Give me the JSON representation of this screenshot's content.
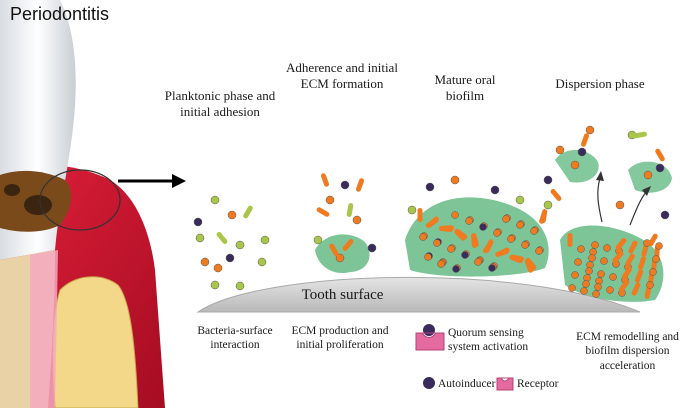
{
  "title": "Periodontitis",
  "phases": {
    "p1": "Planktonic phase and initial adhesion",
    "p2": "Adherence and initial ECM formation",
    "p3": "Mature oral biofilm",
    "p4": "Dispersion phase"
  },
  "surface_label": "Tooth surface",
  "captions": {
    "c1": "Bacteria-surface interaction",
    "c2": "ECM production and initial proliferation",
    "c3": "Quorum sensing system activation",
    "c4": "ECM remodelling and biofilm dispersion acceleration"
  },
  "legend": {
    "autoinducer": "Autoinducer",
    "receptor": "Receptor"
  },
  "colors": {
    "gum": "#c4102c",
    "bone": "#f3d88a",
    "ecm": "#6fbf8c",
    "surface": "#cfcfcf",
    "bacteria_orange": "#f07a1f",
    "bacteria_green": "#a8c64a",
    "autoinducer": "#3b2a5c",
    "receptor": "#e46aa0"
  }
}
